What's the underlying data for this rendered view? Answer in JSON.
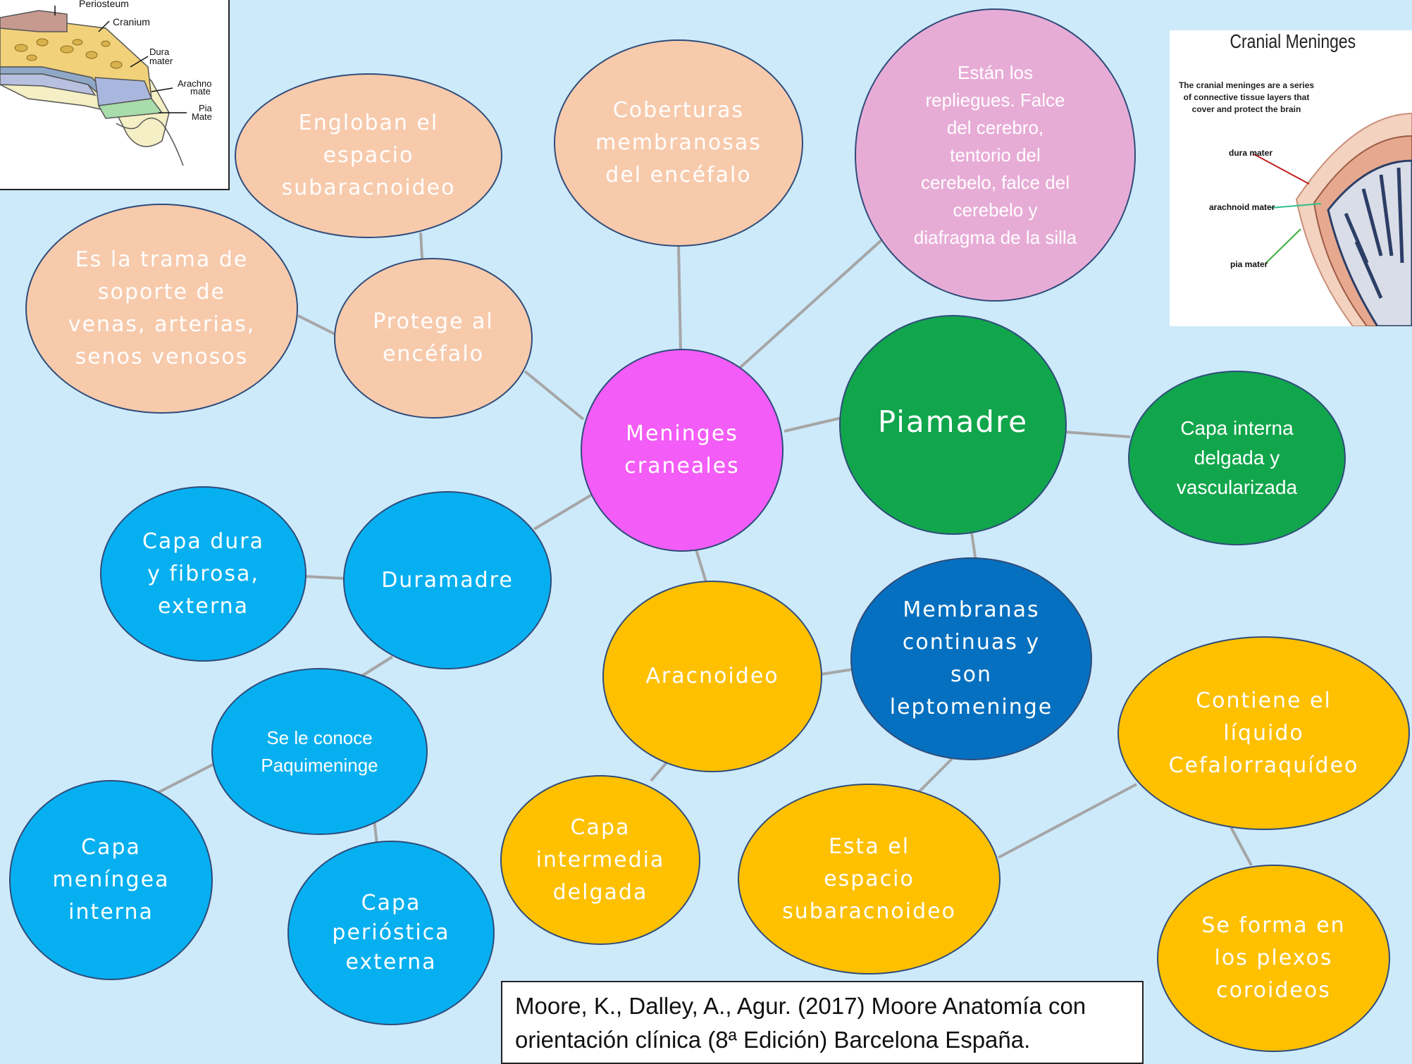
{
  "center": "Meninges\ncraneales",
  "nodes": {
    "coberturas": "Coberturas\nmembranosas\ndel encéfalo",
    "englobe": "Engloban el\nespacio\nsubaracnoideo",
    "trama": "Es la trama de\nsoporte de\nvenas, arterias,\nsenos venosos",
    "protege": "Protege al\nencéfalo",
    "repliegues": "Están los\nrepliegues. Falce\ndel cerebro,\ntentorio del\ncerebelo, falce del\ncerebelo y\ndiafragma de la silla",
    "piamadre": "Piamadre",
    "capa_interna": "Capa interna\ndelgada y\nvascularizada",
    "duramadre": "Duramadre",
    "capa_dura": "Capa dura\ny fibrosa,\nexterna",
    "paquimeninge": "Se le conoce\nPaquimeninge",
    "capa_meningea": "Capa\nmeníngea\ninterna",
    "capa_periostica": "Capa\nperióstica\nexterna",
    "aracnoideo": "Aracnoideo",
    "capa_intermedia": "Capa\nintermedia\ndelgada",
    "membranas": "Membranas\ncontinuas y\nson\nleptomeninge",
    "espacio": "Esta el\nespacio\nsubaracnoideo",
    "liquido": "Contiene el\nlíquido\nCefalorraquídeo",
    "plexos": "Se forma en\nlos plexos\ncoroideos"
  },
  "reference": "Moore, K., Dalley, A., Agur. (2017) Moore Anatomía con\norientación clínica (8ª Edición) Barcelona España.",
  "inset_left": {
    "labels": [
      "Periosteum",
      "Cranium",
      "Dura\nmater",
      "Arachno\nmate",
      "Pia\nMate"
    ]
  },
  "inset_right": {
    "title": "Cranial Meninges",
    "caption": "The cranial meninges are a series\nof connective tissue layers that\ncover and protect the brain",
    "labels": [
      "dura mater",
      "arachnoid mater",
      "pia mater"
    ]
  },
  "colors": {
    "background": "#cdeafb",
    "peach": "#f7caac",
    "pink": "#e7acd6",
    "magenta": "#f35cf6",
    "green": "#11a64c",
    "blue": "#06b0f0",
    "dark_blue": "#0570c0",
    "yellow": "#ffc000",
    "connector": "#a6a6a6"
  }
}
